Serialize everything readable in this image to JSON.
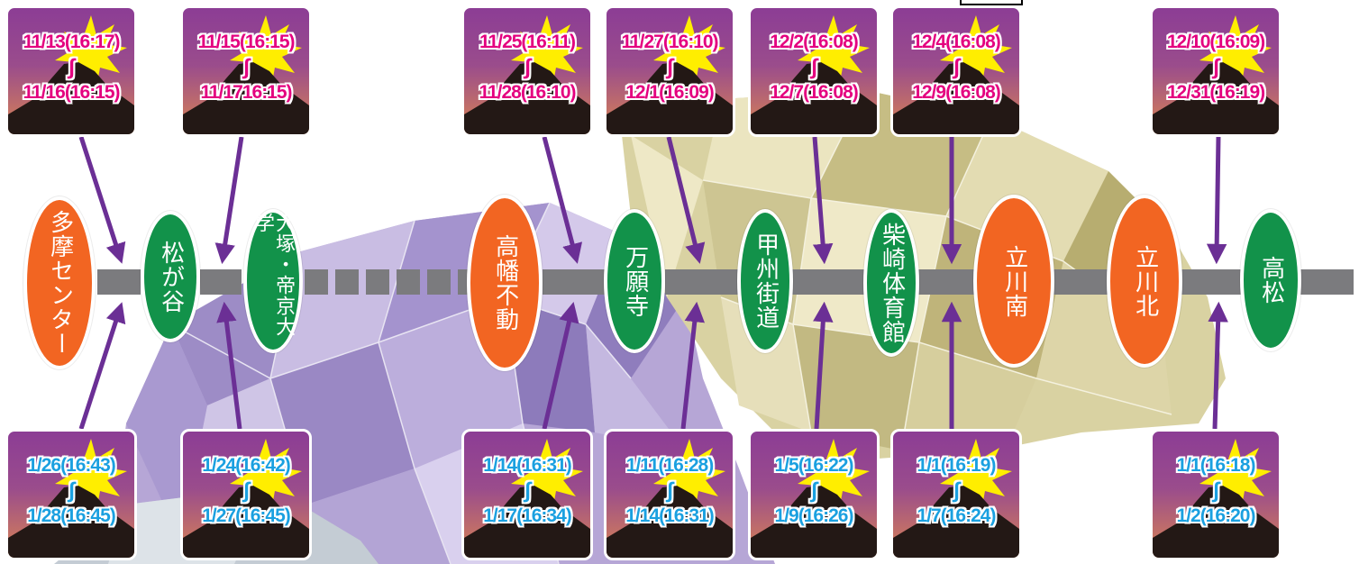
{
  "stations": [
    {
      "id": "tama-center",
      "name": "多摩センター",
      "color": "orange"
    },
    {
      "id": "matsugaya",
      "name": "松が谷",
      "color": "green"
    },
    {
      "id": "otsuka-teikyo",
      "name": "大塚・帝京大学",
      "color": "green"
    },
    {
      "id": "takahata-fudo",
      "name": "高幡不動",
      "color": "orange"
    },
    {
      "id": "manganji",
      "name": "万願寺",
      "color": "green"
    },
    {
      "id": "koshu-kaido",
      "name": "甲州街道",
      "color": "green"
    },
    {
      "id": "shibasaki-taiikukan",
      "name": "柴崎体育館",
      "color": "green"
    },
    {
      "id": "tachikawa-minami",
      "name": "立川南",
      "color": "orange"
    },
    {
      "id": "tachikawa-kita",
      "name": "立川北",
      "color": "orange"
    },
    {
      "id": "takamatsu",
      "name": "高松",
      "color": "green"
    }
  ],
  "top_cards": [
    {
      "from": "11/13(16:17)",
      "sep": "∫",
      "to": "11/16(16:15)"
    },
    {
      "from": "11/15(16:15)",
      "sep": "∫",
      "to": "11/1716:15)"
    },
    {
      "from": "11/25(16:11)",
      "sep": "∫",
      "to": "11/28(16:10)"
    },
    {
      "from": "11/27(16:10)",
      "sep": "∫",
      "to": "12/1(16:09)"
    },
    {
      "from": "12/2(16:08)",
      "sep": "∫",
      "to": "12/7(16:08)"
    },
    {
      "from": "12/4(16:08)",
      "sep": "∫",
      "to": "12/9(16:08)"
    },
    {
      "from": "12/10(16:09)",
      "sep": "∫",
      "to": "12/31(16:19)"
    }
  ],
  "bottom_cards": [
    {
      "from": "1/26(16:43)",
      "sep": "∫",
      "to": "1/28(16:45)"
    },
    {
      "from": "1/24(16:42)",
      "sep": "∫",
      "to": "1/27(16:45)"
    },
    {
      "from": "1/14(16:31)",
      "sep": "∫",
      "to": "1/17(16:34)"
    },
    {
      "from": "1/11(16:28)",
      "sep": "∫",
      "to": "1/14(16:31)"
    },
    {
      "from": "1/5(16:22)",
      "sep": "∫",
      "to": "1/9(16:26)"
    },
    {
      "from": "1/1(16:19)",
      "sep": "∫",
      "to": "1/7(16:24)"
    },
    {
      "from": "1/1(16:18)",
      "sep": "∫",
      "to": "1/2(16:20)"
    }
  ],
  "colors": {
    "top_date": "#e4007f",
    "bottom_date": "#1aa0e0",
    "arrow": "#6b2f95",
    "line": "#7b7b7e"
  }
}
